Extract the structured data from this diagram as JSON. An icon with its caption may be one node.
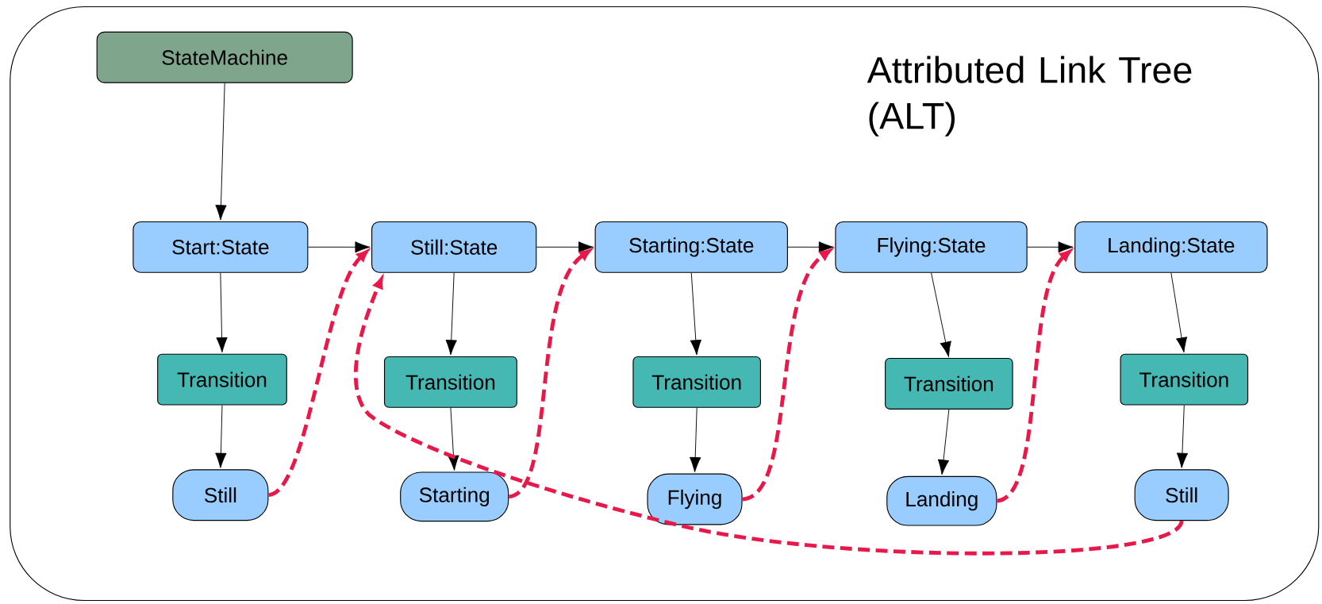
{
  "diagram": {
    "nodes": [
      {
        "text": [
          "Attributed Link Tree (ALT)"
        ]
      },
      {
        "text": [
          "StateMachine"
        ],
        "in": 0
      },
      {
        "text": [
          "Start:State"
        ],
        "in": 0
      },
      {
        "text": [
          "Still:State"
        ],
        "in": 0
      },
      {
        "text": [
          "Starting:State"
        ],
        "in": 0
      },
      {
        "text": [
          "Flying:State"
        ],
        "in": 0
      },
      {
        "text": [
          "Landing:State"
        ],
        "in": 0
      },
      {
        "text": [
          "Transition"
        ],
        "in": 0
      },
      {
        "text": [
          "Transition"
        ],
        "in": 0
      },
      {
        "text": [
          "Transition"
        ],
        "in": 0
      },
      {
        "text": [
          "Transition"
        ],
        "in": 0
      },
      {
        "text": [
          "Transition"
        ],
        "in": 0
      },
      {
        "text": [
          "Still"
        ],
        "in": 0
      },
      {
        "text": [
          "Starting"
        ],
        "in": 0
      },
      {
        "text": [
          "Flying"
        ],
        "in": 0
      },
      {
        "text": [
          "Landing"
        ],
        "in": 0
      },
      {
        "text": [
          "Still"
        ],
        "in": 0
      }
    ],
    "edges": [
      {
        "from": 1,
        "to": 2,
        "arrow": "to"
      },
      {
        "from": 2,
        "to": 3,
        "arrow": "to"
      },
      {
        "from": 3,
        "to": 4,
        "arrow": "to"
      },
      {
        "from": 4,
        "to": 5,
        "arrow": "to"
      },
      {
        "from": 5,
        "to": 6,
        "arrow": "to"
      },
      {
        "from": 2,
        "to": 7,
        "arrow": "to"
      },
      {
        "from": 3,
        "to": 8,
        "arrow": "to"
      },
      {
        "from": 4,
        "to": 9,
        "arrow": "to"
      },
      {
        "from": 5,
        "to": 10,
        "arrow": "to"
      },
      {
        "from": 6,
        "to": 11,
        "arrow": "to"
      },
      {
        "from": 7,
        "to": 12,
        "arrow": "to"
      },
      {
        "from": 8,
        "to": 13,
        "arrow": "to"
      },
      {
        "from": 9,
        "to": 14,
        "arrow": "to"
      },
      {
        "from": 10,
        "to": 15,
        "arrow": "to"
      },
      {
        "from": 11,
        "to": 16,
        "arrow": "to"
      },
      {
        "from": 12,
        "to": 3,
        "arrow": "to",
        "style": "dashed",
        "color": "#e8194a"
      },
      {
        "from": 13,
        "to": 4,
        "arrow": "to",
        "style": "dashed",
        "color": "#e8194a"
      },
      {
        "from": 14,
        "to": 5,
        "arrow": "to",
        "style": "dashed",
        "color": "#e8194a"
      },
      {
        "from": 15,
        "to": 6,
        "arrow": "to",
        "style": "dashed",
        "color": "#e8194a"
      },
      {
        "from": 16,
        "to": 3,
        "arrow": "to",
        "style": "dashed",
        "color": "#e8194a"
      }
    ]
  }
}
